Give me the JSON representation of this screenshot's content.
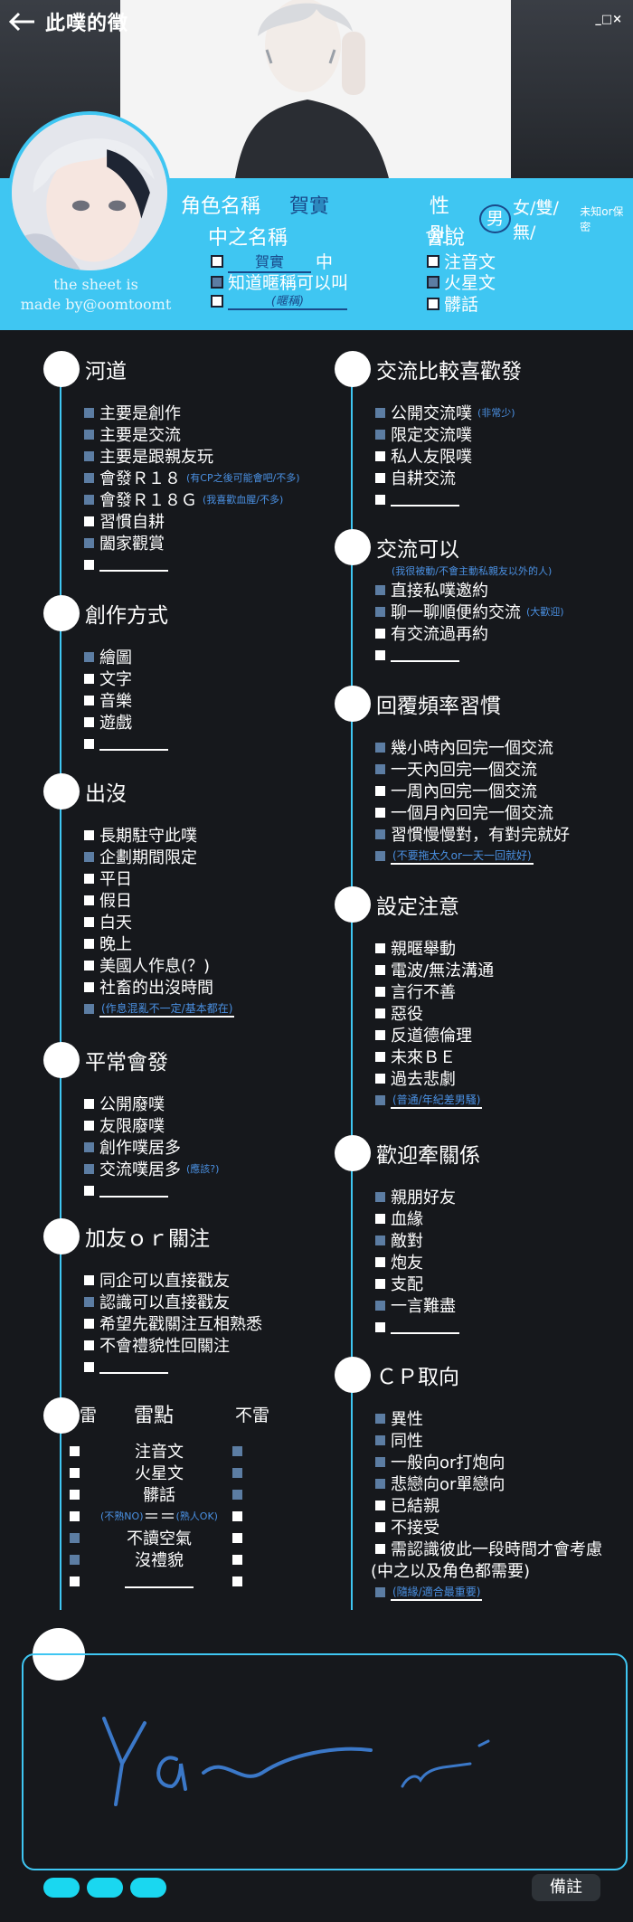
{
  "header": {
    "back_icon": "arrow-left-icon",
    "title": "此噗的徵",
    "window_controls": "_□×",
    "credit": [
      "the sheet is",
      "made by@oomtoomt"
    ],
    "name_label": "角色名稱",
    "name_value": "賀實",
    "gender_label": "性別",
    "gender_selected": "男",
    "gender_others": "女/雙/無/",
    "gender_tiny": "未知or保密",
    "handler_title": "中之名稱",
    "handler_rows": [
      {
        "checked": false,
        "value": "賀實",
        "suffix": "中"
      },
      {
        "checked": true,
        "text": "知道暱稱可以叫"
      },
      {
        "checked": false,
        "value": "(暱稱)"
      }
    ],
    "speak_title": "會說",
    "speak_rows": [
      {
        "checked": false,
        "text": "注音文"
      },
      {
        "checked": true,
        "text": "火星文"
      },
      {
        "checked": false,
        "text": "髒話"
      }
    ]
  },
  "left": [
    {
      "title": "河道",
      "items": [
        {
          "c": true,
          "t": "主要是創作"
        },
        {
          "c": true,
          "t": "主要是交流"
        },
        {
          "c": true,
          "t": "主要是跟親友玩"
        },
        {
          "c": true,
          "t": "會發Ｒ１８",
          "n": "(有CP之後可能會吧/不多)"
        },
        {
          "c": true,
          "t": "會發Ｒ１８Ｇ",
          "n": "(我喜歡血腥/不多)"
        },
        {
          "c": false,
          "t": "習慣自耕"
        },
        {
          "c": true,
          "t": "闔家觀賞"
        },
        {
          "c": false,
          "blank": true
        }
      ]
    },
    {
      "title": "創作方式",
      "items": [
        {
          "c": true,
          "t": "繪圖"
        },
        {
          "c": false,
          "t": "文字"
        },
        {
          "c": false,
          "t": "音樂"
        },
        {
          "c": false,
          "t": "遊戲"
        },
        {
          "c": false,
          "blank": true
        }
      ]
    },
    {
      "title": "出沒",
      "items": [
        {
          "c": false,
          "t": "長期駐守此噗"
        },
        {
          "c": true,
          "t": "企劃期間限定"
        },
        {
          "c": false,
          "t": "平日"
        },
        {
          "c": false,
          "t": "假日"
        },
        {
          "c": false,
          "t": "白天"
        },
        {
          "c": false,
          "t": "晚上"
        },
        {
          "c": false,
          "t": "美國人作息(？)"
        },
        {
          "c": false,
          "t": "社畜的出沒時間"
        },
        {
          "c": true,
          "bn": "(作息混亂不一定/基本都在)"
        }
      ]
    },
    {
      "title": "平常會發",
      "items": [
        {
          "c": false,
          "t": "公開廢噗"
        },
        {
          "c": false,
          "t": "友限廢噗"
        },
        {
          "c": true,
          "t": "創作噗居多"
        },
        {
          "c": true,
          "t": "交流噗居多",
          "n": "(應該?)"
        },
        {
          "c": false,
          "blank": true
        }
      ]
    },
    {
      "title": "加友ｏｒ關注",
      "items": [
        {
          "c": false,
          "t": "同企可以直接戳友"
        },
        {
          "c": true,
          "t": "認識可以直接戳友"
        },
        {
          "c": false,
          "t": "希望先戳關注互相熟悉"
        },
        {
          "c": false,
          "t": "不會禮貌性回關注"
        },
        {
          "c": false,
          "blank": true
        }
      ]
    }
  ],
  "mines": {
    "h1": "雷",
    "h2": "雷點",
    "h3": "不雷",
    "rows": [
      {
        "l": false,
        "t": "注音文",
        "r": true
      },
      {
        "l": false,
        "t": "火星文",
        "r": true
      },
      {
        "l": false,
        "t": "髒話",
        "r": true
      },
      {
        "l": false,
        "ln": "(不熟NO)",
        "t": "＝＝",
        "rn": "(熟人OK)",
        "r": false
      },
      {
        "l": true,
        "t": "不讀空氣",
        "r": false
      },
      {
        "l": true,
        "t": "沒禮貌",
        "r": false
      },
      {
        "l": false,
        "t": "",
        "blank": true,
        "r": false
      }
    ]
  },
  "right": [
    {
      "title": "交流比較喜歡發",
      "items": [
        {
          "c": true,
          "t": "公開交流噗",
          "n": "(非常少)"
        },
        {
          "c": true,
          "t": "限定交流噗"
        },
        {
          "c": false,
          "t": "私人友限噗"
        },
        {
          "c": false,
          "t": "自耕交流"
        },
        {
          "c": false,
          "blank": true
        }
      ]
    },
    {
      "title": "交流可以",
      "pre": "(我很被動/不會主動私親友以外的人)",
      "items": [
        {
          "c": true,
          "t": "直接私噗邀約"
        },
        {
          "c": true,
          "t": "聊一聊順便約交流",
          "n": "(大歡迎)"
        },
        {
          "c": false,
          "t": "有交流過再約"
        },
        {
          "c": false,
          "blank": true
        }
      ]
    },
    {
      "title": "回覆頻率習慣",
      "items": [
        {
          "c": true,
          "t": "幾小時內回完一個交流"
        },
        {
          "c": true,
          "t": "一天內回完一個交流"
        },
        {
          "c": false,
          "t": "一周內回完一個交流"
        },
        {
          "c": false,
          "t": "一個月內回完一個交流"
        },
        {
          "c": true,
          "t": "習慣慢慢對，有對完就好"
        },
        {
          "c": true,
          "bn": "(不要拖太久or一天一回就好)"
        }
      ]
    },
    {
      "title": "設定注意",
      "items": [
        {
          "c": false,
          "t": "親暱舉動"
        },
        {
          "c": false,
          "t": "電波/無法溝通"
        },
        {
          "c": false,
          "t": "言行不善"
        },
        {
          "c": false,
          "t": "惡役"
        },
        {
          "c": false,
          "t": "反道德倫理"
        },
        {
          "c": false,
          "t": "未來ＢＥ"
        },
        {
          "c": false,
          "t": "過去悲劇"
        },
        {
          "c": true,
          "bn": "(普通/年紀差男騷)"
        }
      ]
    },
    {
      "title": "歡迎牽關係",
      "items": [
        {
          "c": true,
          "t": "親朋好友"
        },
        {
          "c": false,
          "t": "血緣"
        },
        {
          "c": true,
          "t": "敵對"
        },
        {
          "c": false,
          "t": "炮友"
        },
        {
          "c": false,
          "t": "支配"
        },
        {
          "c": true,
          "t": "一言難盡"
        },
        {
          "c": false,
          "blank": true
        }
      ]
    },
    {
      "title": "ＣＰ取向",
      "items": [
        {
          "c": true,
          "t": "異性"
        },
        {
          "c": true,
          "t": "同性"
        },
        {
          "c": true,
          "t": "一般向or打炮向"
        },
        {
          "c": true,
          "t": "悲戀向or單戀向"
        },
        {
          "c": false,
          "t": "已結親"
        },
        {
          "c": false,
          "t": "不接受"
        },
        {
          "c": false,
          "t": "需認識彼此一段時間才會考慮"
        },
        {
          "plain": true,
          "t": "(中之以及角色都需要)"
        },
        {
          "c": true,
          "bn": "(隨緣/適合最重要)"
        }
      ]
    }
  ],
  "footer": {
    "memo_label": "備註",
    "signature_icon": "signature-scribble-icon"
  }
}
